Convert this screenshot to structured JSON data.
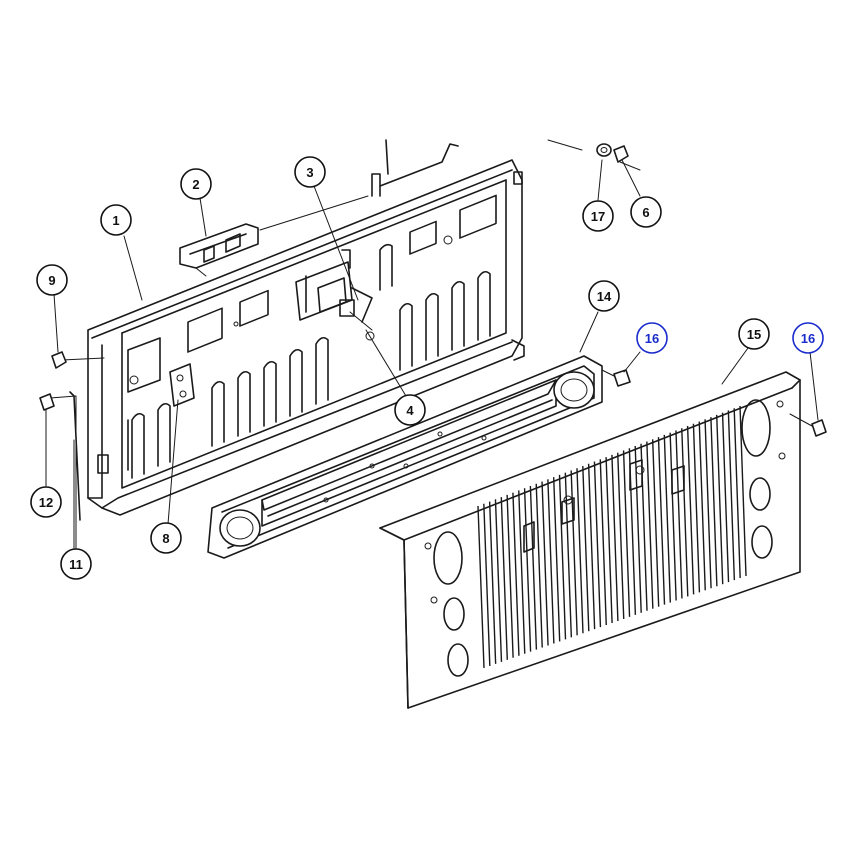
{
  "callouts": [
    {
      "id": "c1",
      "label": "1",
      "color": "#111111"
    },
    {
      "id": "c2",
      "label": "2",
      "color": "#111111"
    },
    {
      "id": "c3",
      "label": "3",
      "color": "#111111"
    },
    {
      "id": "c4",
      "label": "4",
      "color": "#111111"
    },
    {
      "id": "c6",
      "label": "6",
      "color": "#111111"
    },
    {
      "id": "c8",
      "label": "8",
      "color": "#111111"
    },
    {
      "id": "c9",
      "label": "9",
      "color": "#111111"
    },
    {
      "id": "c11",
      "label": "11",
      "color": "#111111"
    },
    {
      "id": "c12",
      "label": "12",
      "color": "#111111"
    },
    {
      "id": "c14",
      "label": "14",
      "color": "#111111"
    },
    {
      "id": "c15",
      "label": "15",
      "color": "#111111"
    },
    {
      "id": "c16a",
      "label": "16",
      "color": "#1a2bcc"
    },
    {
      "id": "c16b",
      "label": "16",
      "color": "#1a2bcc"
    },
    {
      "id": "c17",
      "label": "17",
      "color": "#111111"
    }
  ]
}
